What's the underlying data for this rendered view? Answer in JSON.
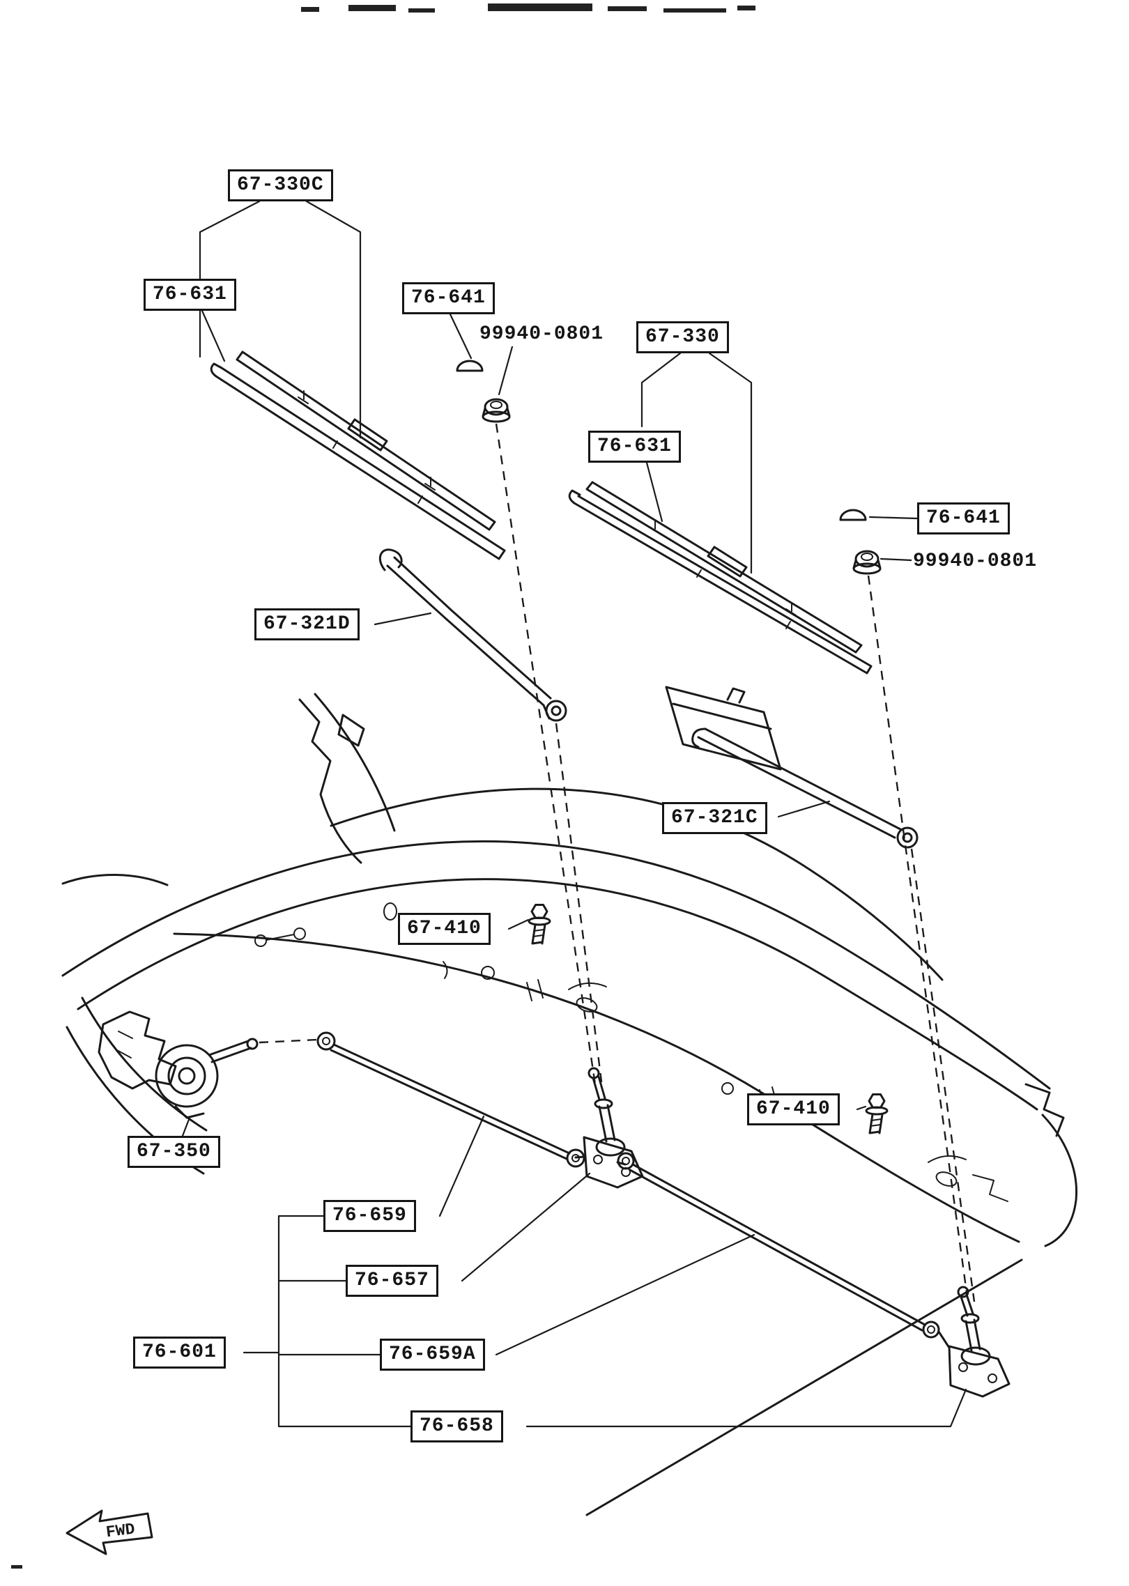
{
  "diagram": {
    "callouts": [
      {
        "label": "67-330C",
        "boxed": true
      },
      {
        "label": "76-631",
        "boxed": true
      },
      {
        "label": "76-641",
        "boxed": true
      },
      {
        "label": "99940-0801",
        "boxed": false
      },
      {
        "label": "67-330",
        "boxed": true
      },
      {
        "label": "76-631",
        "boxed": true
      },
      {
        "label": "76-641",
        "boxed": true
      },
      {
        "label": "99940-0801",
        "boxed": false
      },
      {
        "label": "67-321D",
        "boxed": true
      },
      {
        "label": "67-321C",
        "boxed": true
      },
      {
        "label": "67-410",
        "boxed": true
      },
      {
        "label": "67-350",
        "boxed": true
      },
      {
        "label": "67-410",
        "boxed": true
      },
      {
        "label": "76-659",
        "boxed": true
      },
      {
        "label": "76-657",
        "boxed": true
      },
      {
        "label": "76-601",
        "boxed": true
      },
      {
        "label": "76-659A",
        "boxed": true
      },
      {
        "label": "76-658",
        "boxed": true
      }
    ],
    "fwd_label": "FWD",
    "colors": {
      "ink": "#1a1a1a",
      "paper": "#ffffff"
    }
  }
}
